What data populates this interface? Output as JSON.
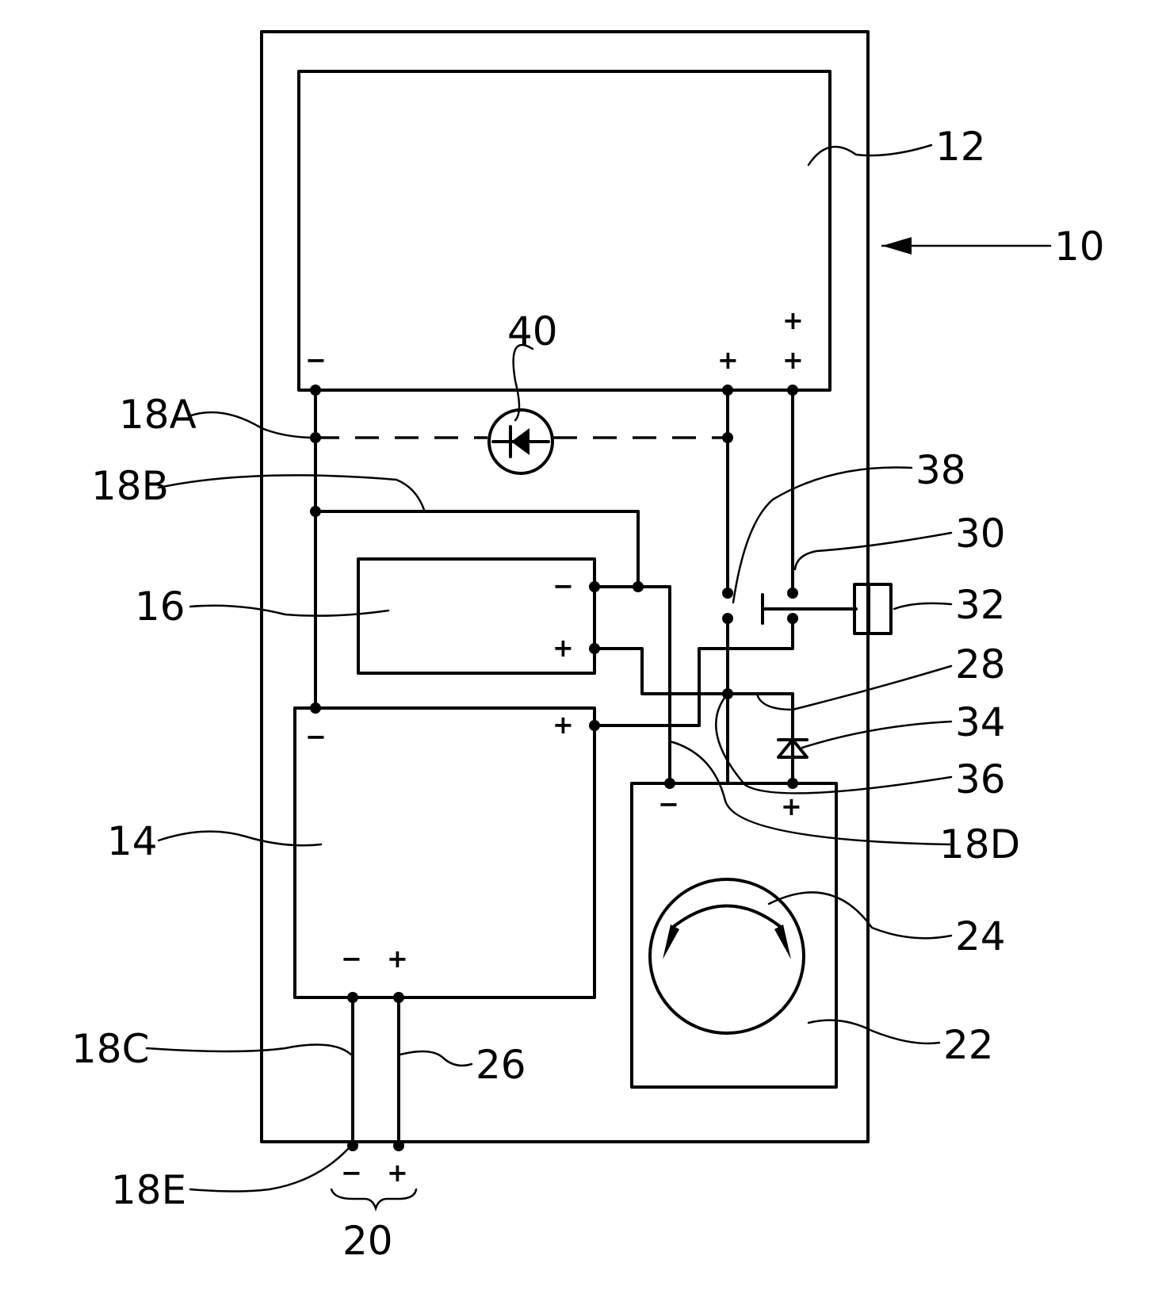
{
  "refs": {
    "device": "10",
    "upper_block": "12",
    "left_block": "14",
    "small_block": "16",
    "wire_a": "18A",
    "wire_b": "18B",
    "wire_c": "18C",
    "wire_d": "18D",
    "wire_e": "18E",
    "terminals": "20",
    "gauge_block": "22",
    "dial": "24",
    "wire_26": "26",
    "node_28": "28",
    "contact_30": "30",
    "button": "32",
    "diode": "34",
    "wire_36": "36",
    "contact_38": "38",
    "led": "40"
  },
  "signs": {
    "minus": "−",
    "plus": "+"
  }
}
